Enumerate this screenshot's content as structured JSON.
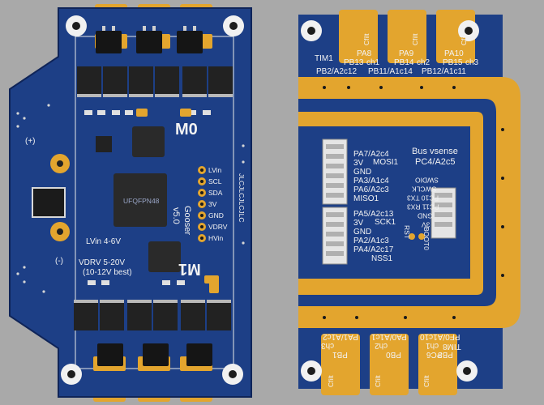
{
  "left_board": {
    "mcu_label": "UFQFPN48",
    "motor_labels": [
      "M0",
      "M1"
    ],
    "name": "Gooser",
    "version": "v5.0",
    "header_pins": [
      "LVin",
      "SCL",
      "SDA",
      "3V",
      "GND",
      "VDRV",
      "HVin"
    ],
    "side_text": "JLCJLCJLCJLC",
    "plus_label": "(+)",
    "minus_label": "(-)",
    "lvin_spec": "LVin 4-6V",
    "vdrv_spec": "VDRV 5-20V",
    "vdrv_note": "(10-12V best)"
  },
  "right_board": {
    "tim1_label": "TIM1",
    "tim8_label": "TIM8",
    "cfilt_label": "Cfilt",
    "top_pins": [
      {
        "pa": "PA8",
        "pb": "PB13",
        "ch": "ch1",
        "adc": "PB2/A2c12"
      },
      {
        "pa": "PA9",
        "pb": "PB14",
        "ch": "ch2",
        "adc": "PB11/A1c14"
      },
      {
        "pa": "PA10",
        "pb": "PB15",
        "ch": "ch3",
        "adc": "PB12/A1c11"
      }
    ],
    "bottom_pins": [
      {
        "pb": "PB1",
        "ch": "ch3",
        "adc": "PA1/A1c2"
      },
      {
        "pb": "PB0",
        "ch": "ch2",
        "adc": "PA0/A1c1"
      },
      {
        "pb": "PB3",
        "ch": "ch1",
        "adc": "PF0/A1c10"
      }
    ],
    "tim8_pin": "PC6",
    "bus_vsense": "Bus vsense",
    "pc4": "PC4/A2c5",
    "conn_upper": [
      "PA7/A2c4",
      "MOSI1",
      "3V",
      "GND",
      "PA3/A1c4",
      "PA6/A2c3",
      "MISO1"
    ],
    "conn_lower": [
      "PA5/A2c13",
      "SCK1",
      "3V",
      "GND",
      "PA2/A1c3",
      "PA4/A2c17",
      "NSS1"
    ],
    "swd_labels": [
      "SWDIO",
      "SWCLK",
      "PC10 TX3",
      "PC11 RX3",
      "GND",
      "3V"
    ],
    "rst_label": "RST",
    "boot_label": "BOOT0"
  },
  "colors": {
    "pcb_blue": "#1d3f86",
    "pcb_dark": "#163270",
    "copper_gold": "#e3a52e",
    "silkscreen": "#f2f2f2",
    "background": "#a9a9a9"
  }
}
